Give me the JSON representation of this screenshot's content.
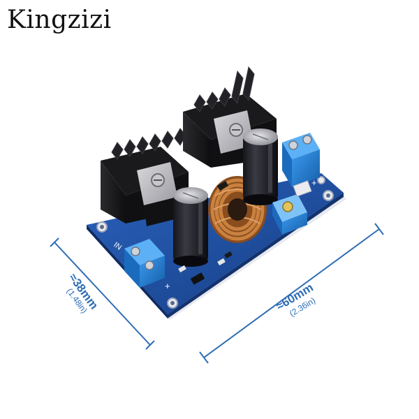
{
  "brand": {
    "name": "Kingzizi"
  },
  "dimensions": {
    "width": {
      "main": "≈38mm",
      "sub": "(1.48in)"
    },
    "length": {
      "main": "≈60mm",
      "sub": "(2.36in)"
    }
  },
  "board_marks": {
    "in_label": "IN",
    "plus_in": "+",
    "plus_out": "+"
  },
  "colors": {
    "pcb": "#1f4fa0",
    "heatsink": "#1c1c1e",
    "terminal": "#1e7fd1",
    "copper": "#c07a3c",
    "dimension_line": "#2e6db4"
  }
}
